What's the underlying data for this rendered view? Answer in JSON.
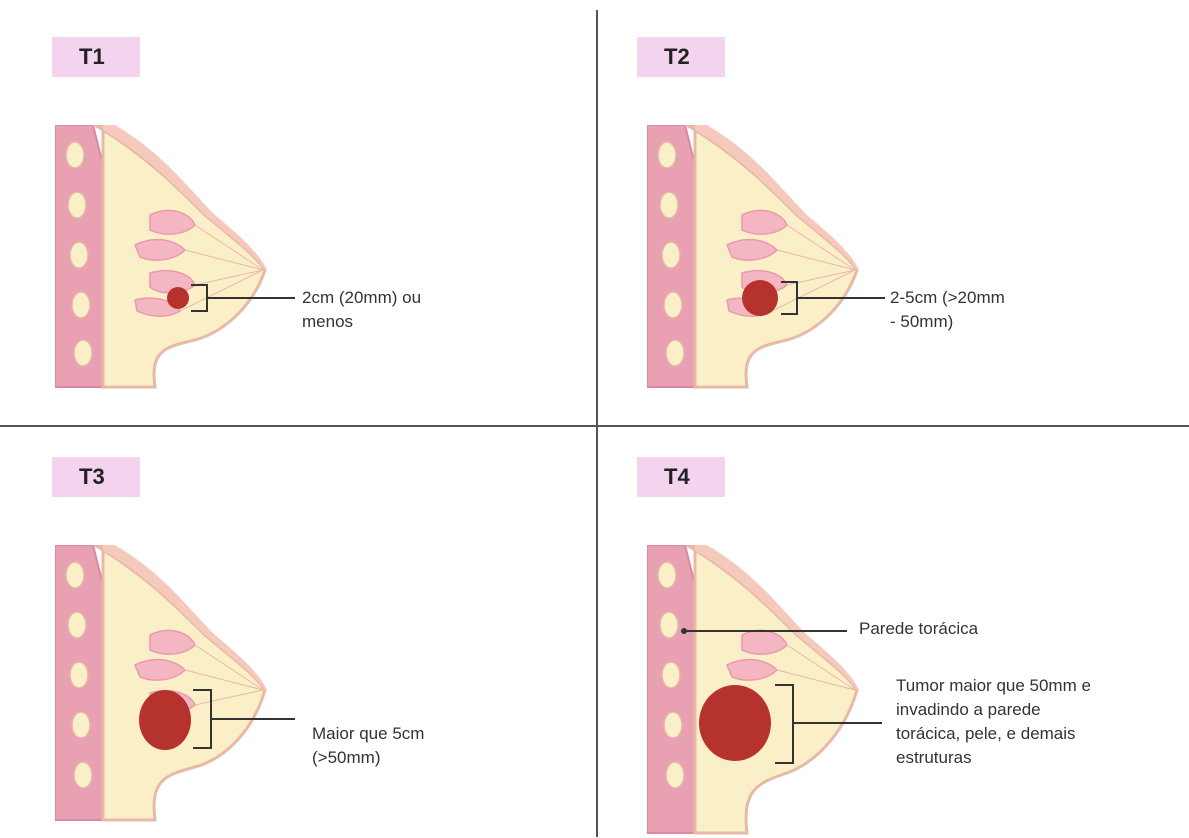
{
  "panels": [
    {
      "stage": "T1",
      "label": "2cm (20mm) ou\nmenos"
    },
    {
      "stage": "T2",
      "label": "2-5cm (>20mm\n- 50mm)"
    },
    {
      "stage": "T3",
      "label": "Maior que 5cm\n(>50mm)"
    },
    {
      "stage": "T4",
      "label": "Tumor maior que 50mm e\ninvadindo a parede\ntorácica, pele, e demais\nestruturas",
      "wall_label": "Parede torácica"
    }
  ],
  "colors": {
    "badge": "#f3d3ee",
    "skin": "#f6c9bd",
    "fat": "#fbefc8",
    "muscle": "#e9a0b3",
    "lobes": "#f4b6c3",
    "tumor": "#a8302c",
    "divider": "#555555"
  }
}
